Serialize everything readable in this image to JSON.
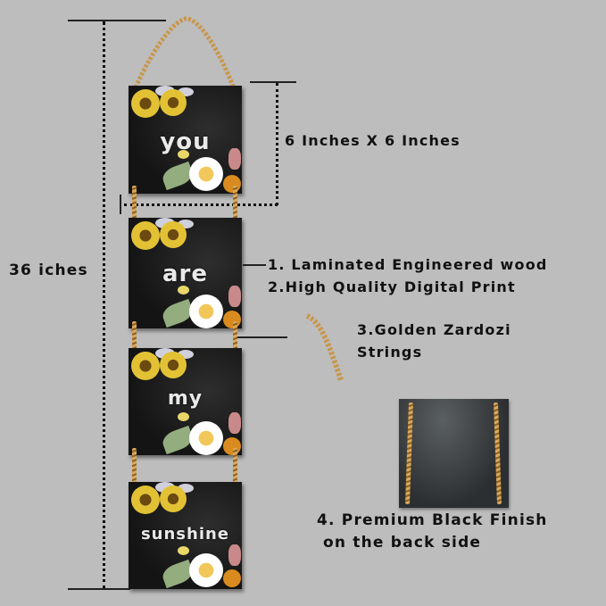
{
  "dimensions": {
    "total_height_label": "36 iches",
    "panel_size_label": "6 Inches X 6 Inches"
  },
  "features": [
    {
      "label": "1. Laminated Engineered wood"
    },
    {
      "label": "2.High Quality Digital Print"
    },
    {
      "label": "3.Golden Zardozi"
    },
    {
      "label": "Strings"
    },
    {
      "label": "4. Premium Black Finish"
    },
    {
      "label": "on the back side"
    }
  ],
  "panels": [
    {
      "word": "you"
    },
    {
      "word": "are"
    },
    {
      "word": "my"
    },
    {
      "word": "sunshine"
    }
  ],
  "colors": {
    "background": "#bdbdbd",
    "panel": "#141414",
    "rope": "#d9a85a",
    "text": "#111111"
  }
}
